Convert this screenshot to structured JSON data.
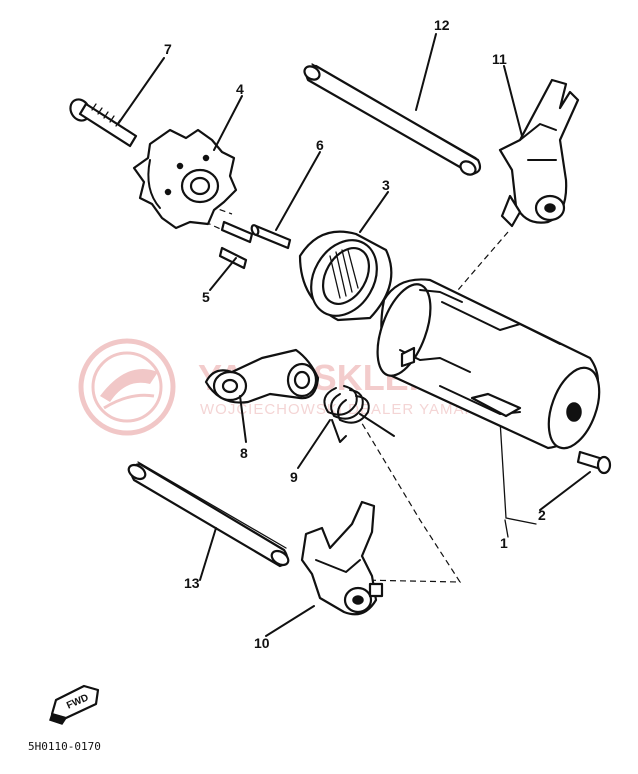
{
  "colors": {
    "ink": "#111111",
    "watermark": "#f2c7c7",
    "background": "#ffffff"
  },
  "callouts": {
    "shift_drum": "1",
    "bolt": "2",
    "bearing": "3",
    "segment": "4",
    "pin_short": "5",
    "pin_long": "6",
    "bolt_long": "7",
    "shift_arm": "8",
    "torsion_spring": "9",
    "fork_lower": "10",
    "fork_upper": "11",
    "shaft_upper": "12",
    "shaft_lower": "13"
  },
  "watermark": {
    "brand": "YAMA-SKLEP.PL",
    "subline": "WOJCIECHOWSKI DEALER YAMAHA"
  },
  "fwd_label": "FWD",
  "drawing_code": "5H0110-0170",
  "icons": {
    "logo": "watermark-wheel-logo",
    "forward": "fwd-arrow-icon"
  }
}
